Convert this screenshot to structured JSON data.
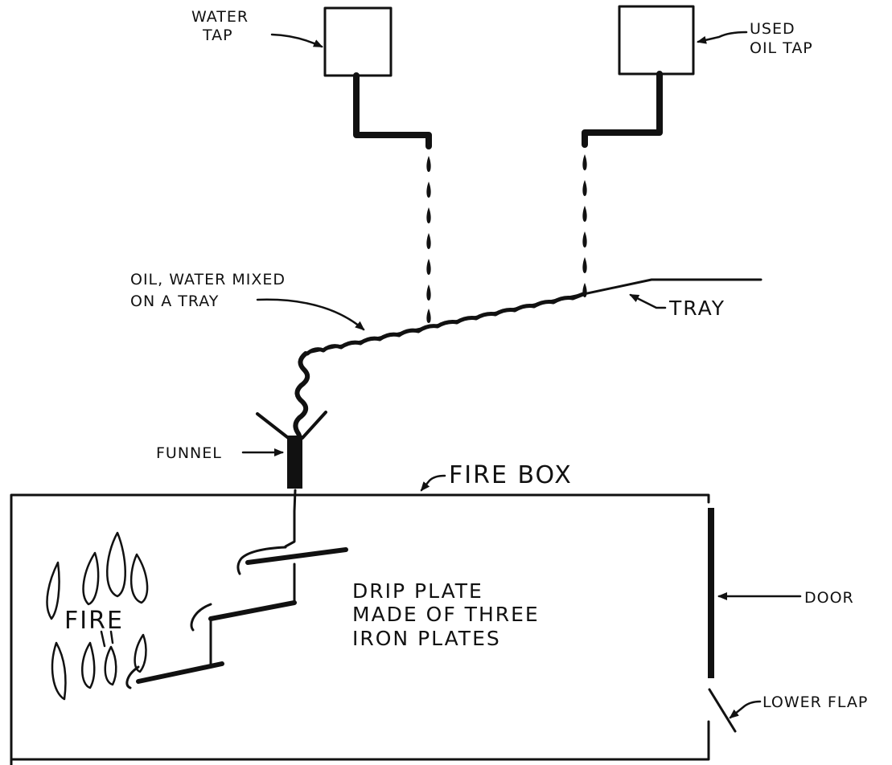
{
  "labels": {
    "water_tap": [
      "WATER",
      "TAP"
    ],
    "used_oil_tap": [
      "USED",
      "OIL TAP"
    ],
    "mixed_note": [
      "OIL, WATER MIXED",
      "ON A TRAY"
    ],
    "tray": "TRAY",
    "funnel": "FUNNEL",
    "fire_box": "FIRE BOX",
    "fire": "FIRE",
    "drip_plate": [
      "DRIP PLATE",
      "MADE OF THREE",
      "IRON PLATES"
    ],
    "door": "DOOR",
    "lower_flap": "LOWER FLAP"
  },
  "colors": {
    "ink": "#111111",
    "paper": "#ffffff"
  }
}
